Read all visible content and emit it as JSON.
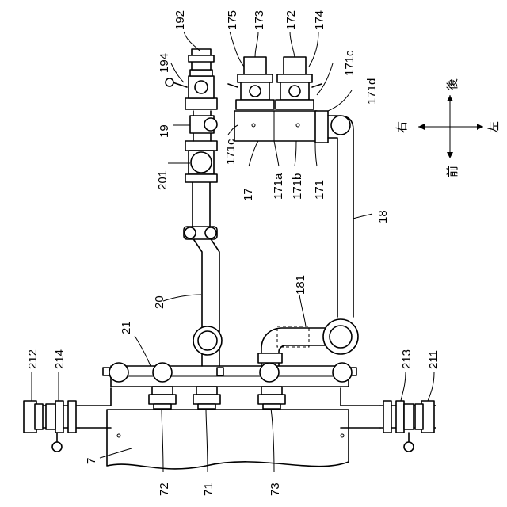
{
  "labels": {
    "l192": "192",
    "l175": "175",
    "l173": "173",
    "l172": "172",
    "l174": "174",
    "l194": "194",
    "l171c_top": "171c",
    "l171d": "171d",
    "l19": "19",
    "l171c_left": "171c",
    "l201": "201",
    "l17": "17",
    "l171a": "171a",
    "l171b": "171b",
    "l171": "171",
    "l18": "18",
    "l20": "20",
    "l181": "181",
    "l21": "21",
    "l212": "212",
    "l214": "214",
    "l213": "213",
    "l211": "211",
    "l7": "7",
    "l72": "72",
    "l71": "71",
    "l73": "73"
  },
  "directions": {
    "right": "右",
    "rear": "後",
    "left": "左",
    "front": "前"
  }
}
